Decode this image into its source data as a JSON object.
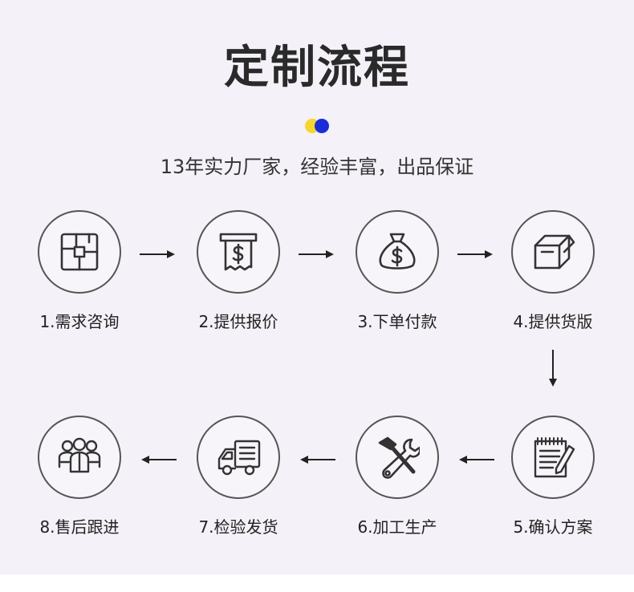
{
  "title": "定制流程",
  "subtitle": "13年实力厂家，经验丰富，出品保证",
  "steps": [
    {
      "label": "1.需求咨询",
      "icon": "floor-plan-icon"
    },
    {
      "label": "2.提供报价",
      "icon": "receipt-dollar-icon"
    },
    {
      "label": "3.下单付款",
      "icon": "money-bag-icon"
    },
    {
      "label": "4.提供货版",
      "icon": "box-icon"
    },
    {
      "label": "5.确认方案",
      "icon": "notepad-pen-icon"
    },
    {
      "label": "6.加工生产",
      "icon": "hammer-wrench-icon"
    },
    {
      "label": "7.检验发货",
      "icon": "delivery-truck-icon"
    },
    {
      "label": "8.售后跟进",
      "icon": "team-icon"
    }
  ],
  "colors": {
    "accent_yellow": "#f5d630",
    "accent_blue": "#1b2dd8",
    "background": "#f4f1f8"
  }
}
